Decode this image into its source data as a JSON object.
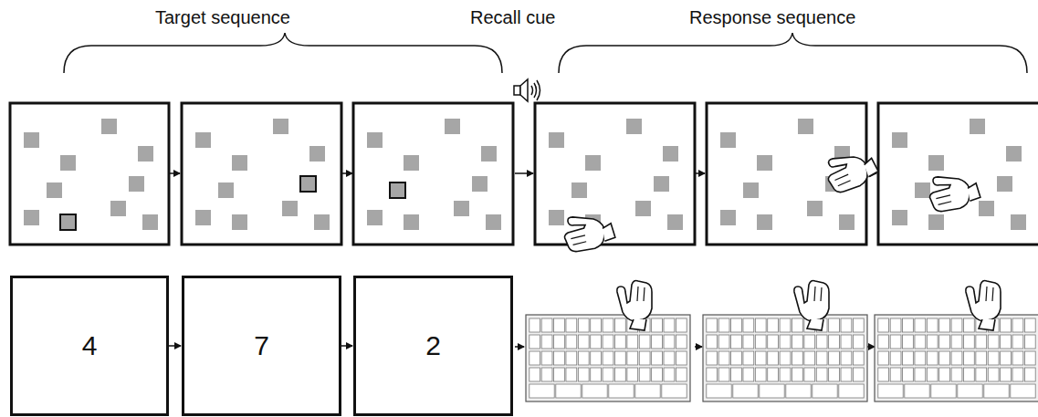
{
  "diagram": {
    "nodes": [
      {
        "text": [
          "4"
        ]
      },
      {
        "text": [
          "7"
        ]
      },
      {
        "text": [
          "2"
        ]
      }
    ],
    "edges": [
      {
        "from": 0,
        "to": 1,
        "arrow": "to"
      },
      {
        "from": 1,
        "to": 2,
        "arrow": "to"
      }
    ],
    "labels": [
      "Target sequence",
      "Recall cue",
      "Response sequence"
    ]
  }
}
